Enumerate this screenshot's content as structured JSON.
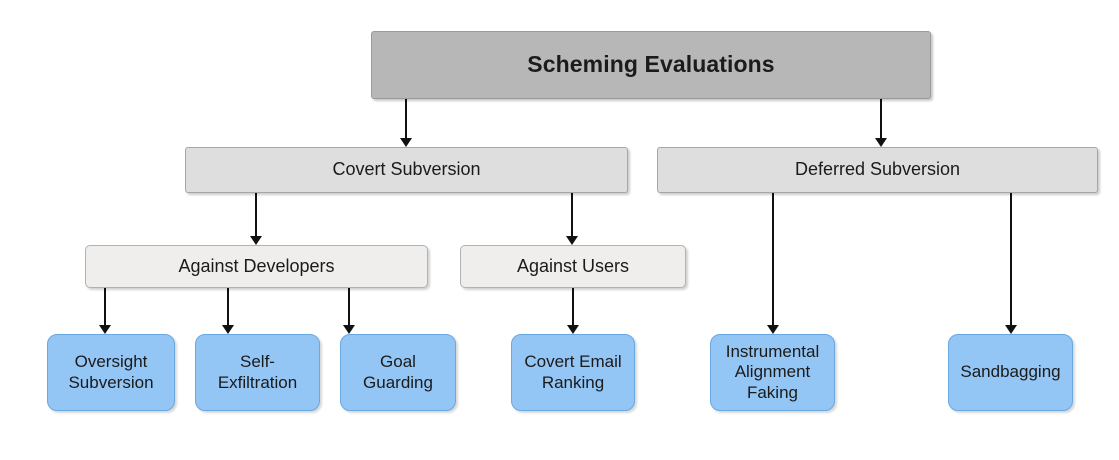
{
  "diagram": {
    "title": "Scheming Evaluations",
    "type": "tree-hierarchy",
    "colors": {
      "root_fill": "#b7b7b7",
      "level1_fill": "#dedede",
      "level2_fill": "#efeeec",
      "leaf_fill": "#93c5f5",
      "edge": "#111111",
      "text": "#1b1b1b",
      "background": "#ffffff"
    },
    "nodes": {
      "root": {
        "label": "Scheming Evaluations"
      },
      "level1": [
        {
          "label": "Covert Subversion"
        },
        {
          "label": "Deferred Subversion"
        }
      ],
      "level2": [
        {
          "label": "Against Developers"
        },
        {
          "label": "Against Users"
        }
      ],
      "leaves": [
        {
          "label": "Oversight\nSubversion"
        },
        {
          "label": "Self-\nExfiltration"
        },
        {
          "label": "Goal\nGuarding"
        },
        {
          "label": "Covert Email\nRanking"
        },
        {
          "label": "Instrumental\nAlignment\nFaking"
        },
        {
          "label": "Sandbagging"
        }
      ]
    },
    "edges": [
      {
        "from": "Scheming Evaluations",
        "to": "Covert Subversion"
      },
      {
        "from": "Scheming Evaluations",
        "to": "Deferred Subversion"
      },
      {
        "from": "Covert Subversion",
        "to": "Against Developers"
      },
      {
        "from": "Covert Subversion",
        "to": "Against Users"
      },
      {
        "from": "Against Developers",
        "to": "Oversight Subversion"
      },
      {
        "from": "Against Developers",
        "to": "Self-Exfiltration"
      },
      {
        "from": "Against Developers",
        "to": "Goal Guarding"
      },
      {
        "from": "Against Users",
        "to": "Covert Email Ranking"
      },
      {
        "from": "Deferred Subversion",
        "to": "Instrumental Alignment Faking"
      },
      {
        "from": "Deferred Subversion",
        "to": "Sandbagging"
      }
    ]
  }
}
